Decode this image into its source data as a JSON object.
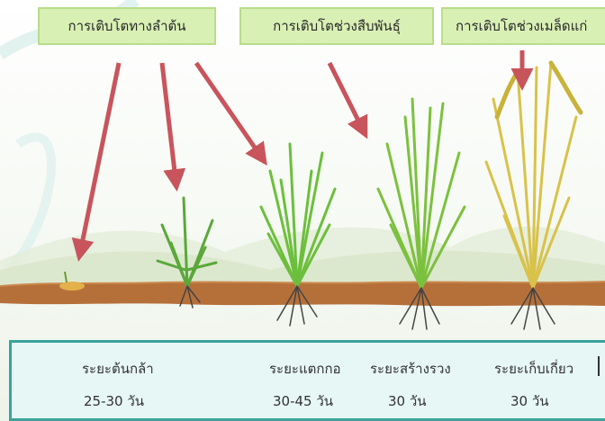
{
  "phases": {
    "vegetative": "การเติบโตทางลำต้น",
    "reproductive": "การเติบโตช่วงสืบพันธุ์",
    "ripening": "การเติบโตช่วงเมล็ดแก่"
  },
  "stages": [
    {
      "name": "ระยะต้นกล้า",
      "days": "25-30 วัน"
    },
    {
      "name": "ระยะแตกกอ",
      "days": "30-45 วัน"
    },
    {
      "name": "ระยะสร้างรวง",
      "days": "30 วัน"
    },
    {
      "name": "ระยะเก็บเกี่ยว",
      "days": "30 วัน"
    }
  ],
  "colors": {
    "label_fill": "#d9f0b5",
    "arrow": "#c8545c",
    "soil": "#b5703a",
    "panel_border": "#3aa39b"
  }
}
